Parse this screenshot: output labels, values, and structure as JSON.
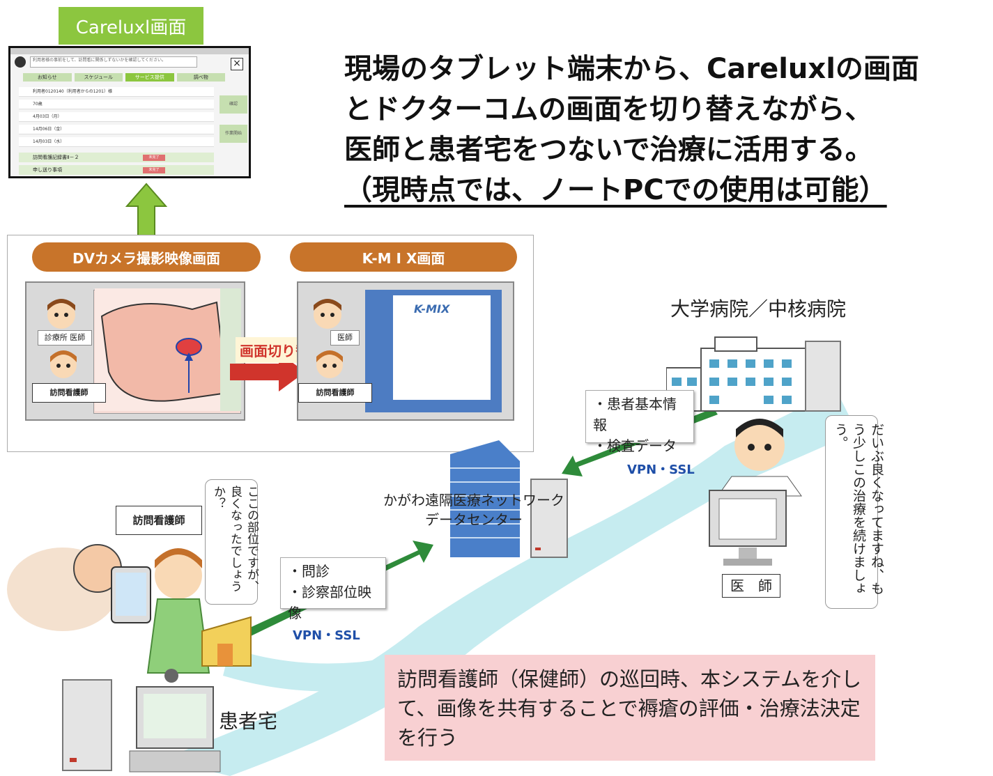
{
  "careluxl_label": "Careluxl画面",
  "tablet": {
    "message": "利用者様の事前をして、訪問看に関係しずないかを確認してください。",
    "tabs": [
      "お知らせ",
      "スケジュール",
      "サービス提供",
      "調べ物"
    ],
    "rows": [
      "利用者0120140（利用者からの1201）様",
      "70歳",
      "4月03日（月）",
      "14月06日（金）",
      "14月03日（水）"
    ],
    "foot_rows": [
      "訪問看護記録書Ⅱ－２",
      "申し送り事項"
    ],
    "side_buttons": [
      "確認",
      "作業開始"
    ],
    "red_buttons": [
      "未完了",
      "未完了"
    ]
  },
  "headline": {
    "lines": [
      "現場のタブレット端末から、Careluxlの画面",
      "とドクターコムの画面を切り替えながら、",
      "医師と患者宅をつないで治療に活用する。"
    ],
    "note": "（現時点では、ノートPCでの使用は可能）"
  },
  "screens": {
    "left_title": "DVカメラ撮影映像画面",
    "right_title": "K-M I X画面",
    "switch_label": "画面切り替え",
    "clinic_doctor_tag": "診療所 医師",
    "doctor_tag_right": "医師",
    "nurse_tag_left": "訪問看護師",
    "nurse_tag_right": "訪問看護師",
    "kmix_logo": "K-MIX"
  },
  "hospital_label": "大学病院／中核病院",
  "hospital_info": [
    "・患者基本情報",
    "・検査データ"
  ],
  "vpn_top": "VPN・SSL",
  "vpn_bottom": "VPN・SSL",
  "datacenter_label": [
    "かがわ遠隔医療ネットワーク",
    "データセンター"
  ],
  "doctor_speech": "だいぶ良くなってますね、もう少しこの治療を続けましょう。",
  "doctor_label": "医　師",
  "nurse_speech": "ここの部位ですが、良くなったでしょうか？",
  "nurse_tag": "訪問看護師",
  "patient_info": [
    "・問診",
    "・診察部位映像"
  ],
  "patient_home_label": "患者宅",
  "summary": "訪問看護師（保健師）の巡回時、本システムを介して、画像を共有することで褥瘡の評価・治療法決定を行う",
  "colors": {
    "accent_green": "#8cc63f",
    "pill_orange": "#c8742a",
    "arrow_red": "#d0342c",
    "vpn_blue": "#1f4fa8",
    "path_cyan": "#c6ecf0",
    "summary_pink": "#f8d0d2"
  }
}
